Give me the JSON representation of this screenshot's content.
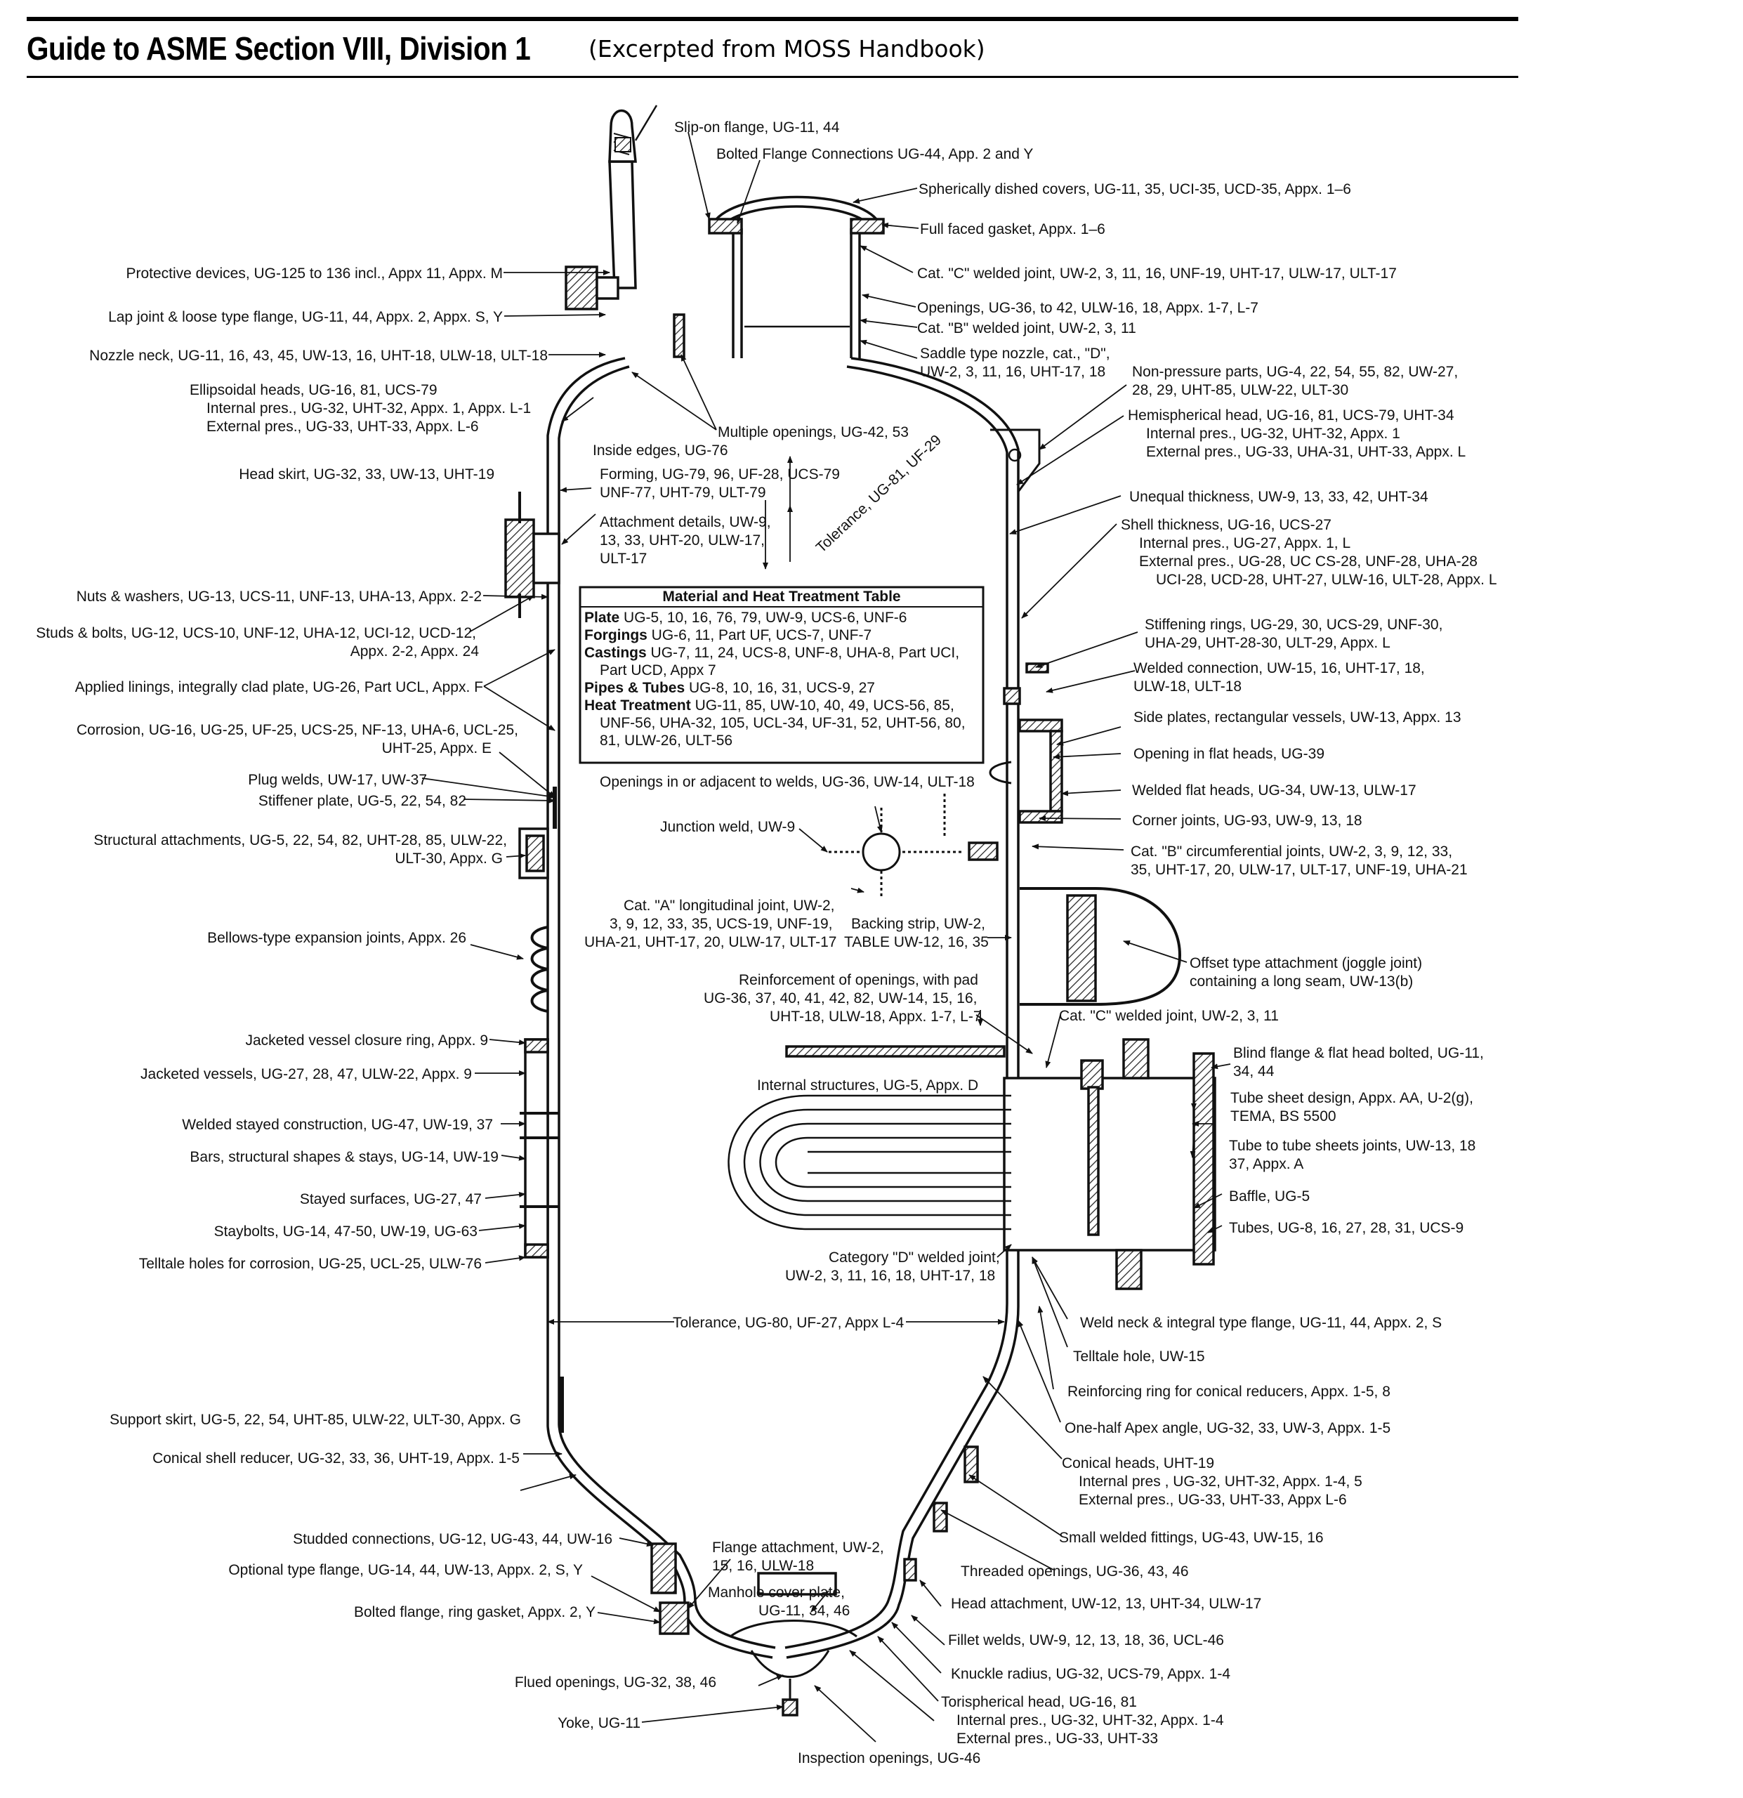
{
  "header": {
    "title": "Guide to ASME Section VIII, Division 1",
    "subtitle": "(Excerpted from MOSS Handbook)"
  },
  "labels": {
    "slip_on_flange": "Slip-on flange, UG-11, 44",
    "bolted_flange_connections": "Bolted Flange Connections UG-44, App. 2 and Y",
    "spherically_dished_covers": "Spherically dished covers, UG-11, 35, UCI-35, UCD-35, Appx. 1–6",
    "full_faced_gasket": "Full faced gasket, Appx. 1–6",
    "protective_devices": "Protective devices, UG-125 to 136 incl., Appx  11, Appx. M",
    "cat_c_welded_joint_top": "Cat. \"C\" welded joint, UW-2, 3, 11, 16, UNF-19, UHT-17, ULW-17, ULT-17",
    "lap_joint": "Lap joint & loose type flange, UG-11, 44, Appx. 2, Appx. S, Y",
    "openings": "Openings, UG-36, to 42, ULW-16, 18, Appx. 1-7, L-7",
    "cat_b_welded_joint_top": "Cat. \"B\" welded joint, UW-2, 3, 11",
    "nozzle_neck": "Nozzle neck, UG-11, 16, 43, 45, UW-13, 16, UHT-18, ULW-18, ULT-18",
    "saddle_nozzle_1": "Saddle type nozzle, cat., \"D\",",
    "saddle_nozzle_2": "UW-2, 3, 11, 16, UHT-17, 18",
    "non_pressure_1": "Non-pressure parts, UG-4, 22, 54, 55, 82, UW-27,",
    "non_pressure_2": "28, 29, UHT-85, ULW-22, ULT-30",
    "ellipsoidal_1": "Ellipsoidal heads, UG-16, 81, UCS-79",
    "ellipsoidal_2": "Internal pres., UG-32, UHT-32, Appx. 1, Appx. L-1",
    "ellipsoidal_3": "External pres., UG-33, UHT-33, Appx. L-6",
    "hemispherical_1": "Hemispherical head, UG-16, 81, UCS-79, UHT-34",
    "hemispherical_2": "Internal pres., UG-32, UHT-32, Appx. 1",
    "hemispherical_3": "External pres., UG-33, UHA-31, UHT-33, Appx. L",
    "multiple_openings": "Multiple openings, UG-42, 53",
    "inside_edges": "Inside edges, UG-76",
    "head_skirt": "Head skirt, UG-32, 33, UW-13, UHT-19",
    "forming_1": "Forming, UG-79, 96, UF-28, UCS-79",
    "forming_2": "UNF-77, UHT-79, ULT-79",
    "tolerance_top": "Tolerance, UG-81, UF-29",
    "unequal_thickness": "Unequal thickness, UW-9, 13, 33, 42, UHT-34",
    "attachment_1": "Attachment details, UW-9,",
    "attachment_2": "13, 33, UHT-20, ULW-17,",
    "attachment_3": "ULT-17",
    "shell_1": "Shell thickness, UG-16, UCS-27",
    "shell_2": "Internal pres., UG-27, Appx. 1, L",
    "shell_3": "External pres., UG-28, UC CS-28, UNF-28, UHA-28",
    "shell_4": "UCI-28, UCD-28, UHT-27, ULW-16, ULT-28, Appx. L",
    "nuts_washers": "Nuts & washers, UG-13, UCS-11, UNF-13, UHA-13, Appx. 2-2",
    "studs_1": "Studs & bolts, UG-12, UCS-10, UNF-12, UHA-12, UCI-12, UCD-12,",
    "studs_2": "Appx. 2-2, Appx. 24",
    "stiffening_1": "Stiffening rings, UG-29, 30, UCS-29, UNF-30,",
    "stiffening_2": "UHA-29, UHT-28-30, ULT-29, Appx. L",
    "welded_conn_1": "Welded connection, UW-15, 16, UHT-17, 18,",
    "welded_conn_2": "ULW-18, ULT-18",
    "applied_linings": "Applied linings, integrally clad plate, UG-26, Part UCL, Appx. F",
    "side_plates": "Side plates, rectangular vessels, UW-13, Appx. 13",
    "corrosion_1": "Corrosion, UG-16, UG-25, UF-25, UCS-25, NF-13, UHA-6, UCL-25,",
    "corrosion_2": "UHT-25, Appx. E",
    "opening_flat_heads": "Opening in flat heads, UG-39",
    "plug_welds": "Plug welds, UW-17, UW-37",
    "openings_adjacent": "Openings in or adjacent to welds, UG-36, UW-14, ULT-18",
    "welded_flat_heads": "Welded flat heads, UG-34, UW-13, ULW-17",
    "stiffener_plate": "Stiffener plate, UG-5, 22, 54, 82",
    "junction_weld": "Junction weld, UW-9",
    "corner_joints": "Corner joints, UG-93, UW-9, 13, 18",
    "structural_1": "Structural attachments, UG-5, 22, 54, 82, UHT-28, 85, ULW-22,",
    "structural_2": "ULT-30, Appx. G",
    "cat_b_circ_1": "Cat. \"B\" circumferential joints, UW-2, 3, 9, 12, 33,",
    "cat_b_circ_2": "35, UHT-17, 20, ULW-17, ULT-17, UNF-19, UHA-21",
    "cat_a_1": "Cat. \"A\" longitudinal joint, UW-2,",
    "cat_a_2": "3, 9, 12, 33, 35, UCS-19, UNF-19,",
    "cat_a_3": "UHA-21, UHT-17, 20, ULW-17, ULT-17",
    "backing_1": "Backing strip, UW-2,",
    "backing_2": "TABLE UW-12, 16, 35",
    "bellows": "Bellows-type expansion joints, Appx. 26",
    "offset_1": "Offset type attachment (joggle joint)",
    "offset_2": "containing a long seam, UW-13(b)",
    "reinforcement_1": "Reinforcement of openings, with pad",
    "reinforcement_2": "UG-36, 37, 40, 41, 42, 82, UW-14, 15, 16,",
    "reinforcement_3": "UHT-18, ULW-18, Appx. 1-7, L-7",
    "cat_c_welded_joint_mid": "Cat. \"C\" welded joint, UW-2, 3, 11",
    "jacketed_closure": "Jacketed vessel closure ring, Appx. 9",
    "blind_flange_1": "Blind flange & flat head bolted, UG-11,",
    "blind_flange_2": "34, 44",
    "jacketed_vessels": "Jacketed vessels, UG-27, 28, 47, ULW-22, Appx. 9",
    "internal_structures": "Internal structures, UG-5, Appx. D",
    "tube_sheet_1": "Tube sheet design, Appx. AA, U-2(g),",
    "tube_sheet_2": "TEMA, BS 5500",
    "welded_stayed": "Welded stayed construction, UG-47, UW-19, 37",
    "tube_to_tube_1": "Tube to tube sheets joints, UW-13, 18",
    "tube_to_tube_2": "37, Appx. A",
    "bars": "Bars, structural shapes & stays, UG-14, UW-19",
    "baffle": "Baffle, UG-5",
    "stayed_surfaces": "Stayed surfaces, UG-27, 47",
    "tubes": "Tubes, UG-8, 16, 27, 28, 31, UCS-9",
    "staybolts": "Staybolts, UG-14, 47-50, UW-19, UG-63",
    "cat_d_1": "Category \"D\" welded joint,",
    "cat_d_2": "UW-2, 3, 11, 16, 18, UHT-17, 18",
    "telltale_corrosion": "Telltale holes for corrosion, UG-25, UCL-25, ULW-76",
    "tolerance_bottom": "Tolerance, UG-80, UF-27, Appx  L-4",
    "weld_neck": "Weld neck & integral type flange, UG-11, 44, Appx. 2, S",
    "telltale_hole": "Telltale hole, UW-15",
    "reinforcing_ring": "Reinforcing ring for conical reducers, Appx. 1-5, 8",
    "support_skirt": "Support skirt, UG-5, 22, 54, UHT-85, ULW-22, ULT-30, Appx. G",
    "one_half_apex": "One-half Apex angle, UG-32, 33, UW-3, Appx. 1-5",
    "conical_reducer": "Conical shell reducer, UG-32, 33, 36, UHT-19, Appx. 1-5",
    "conical_1": "Conical heads, UHT-19",
    "conical_2": "Internal pres , UG-32, UHT-32, Appx. 1-4, 5",
    "conical_3": "External pres., UG-33, UHT-33, Appx  L-6",
    "small_welded": "Small welded fittings, UG-43, UW-15, 16",
    "studded": "Studded connections, UG-12, UG-43, 44, UW-16",
    "flange_attach_1": "Flange attachment, UW-2,",
    "flange_attach_2": "15, 16, ULW-18",
    "threaded": "Threaded openings, UG-36, 43, 46",
    "optional_flange": "Optional type flange, UG-14, 44, UW-13, Appx. 2, S, Y",
    "manhole_1": "Manhole cover plate,",
    "manhole_2": "UG-11, 34, 46",
    "head_attachment": "Head attachment, UW-12, 13, UHT-34, ULW-17",
    "bolted_ring": "Bolted flange, ring gasket, Appx. 2, Y",
    "fillet": "Fillet welds, UW-9, 12, 13, 18, 36, UCL-46",
    "knuckle": "Knuckle radius, UG-32, UCS-79, Appx. 1-4",
    "flued": "Flued openings, UG-32, 38, 46",
    "torispherical_1": "Torispherical head, UG-16, 81",
    "torispherical_2": "Internal pres., UG-32, UHT-32, Appx. 1-4",
    "torispherical_3": "External pres., UG-33, UHT-33",
    "yoke": "Yoke, UG-11",
    "inspection": "Inspection openings, UG-46"
  },
  "table": {
    "title": "Material and Heat Treatment Table",
    "rows": [
      {
        "key": "Plate",
        "text": "UG-5, 10, 16, 76, 79, UW-9, UCS-6, UNF-6"
      },
      {
        "key": "Forgings",
        "text": "UG-6, 11, Part UF, UCS-7, UNF-7"
      },
      {
        "key": "Castings",
        "text": "UG-7, 11, 24, UCS-8, UNF-8, UHA-8, Part UCI,"
      },
      {
        "key": "",
        "text": "Part UCD, Appx  7"
      },
      {
        "key": "Pipes & Tubes",
        "text": "UG-8, 10, 16, 31, UCS-9, 27"
      },
      {
        "key": "Heat Treatment",
        "text": "UG-11, 85, UW-10, 40, 49, UCS-56, 85,"
      },
      {
        "key": "",
        "text": "UNF-56, UHA-32, 105, UCL-34, UF-31, 52, UHT-56, 80,"
      },
      {
        "key": "",
        "text": "81, ULW-26, ULT-56"
      }
    ]
  }
}
